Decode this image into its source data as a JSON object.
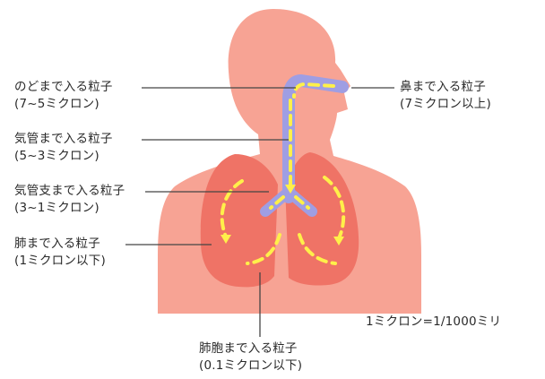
{
  "labels": {
    "throat": {
      "title": "のどまで入る粒子",
      "size": "(7~5ミクロン)"
    },
    "trachea": {
      "title": "気管まで入る粒子",
      "size": "(5~3ミクロン)"
    },
    "bronchi": {
      "title": "気管支まで入る粒子",
      "size": "(3~1ミクロン)"
    },
    "lungs": {
      "title": "肺まで入る粒子",
      "size": "(1ミクロン以下)"
    },
    "alveoli": {
      "title": "肺胞まで入る粒子",
      "size": "(0.1ミクロン以下)"
    },
    "nose": {
      "title": "鼻まで入る粒子",
      "size": "(7ミクロン以上)"
    }
  },
  "note": "1ミクロン=1/1000ミリ",
  "colors": {
    "body": "#f7a394",
    "lungs": "#ef7366",
    "airway": "#9f9ee3",
    "arrow": "#fff04a",
    "leader": "#444444"
  }
}
